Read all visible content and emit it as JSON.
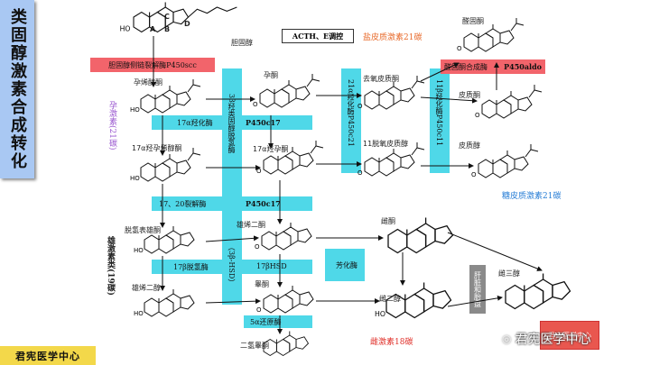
{
  "title": "类固醇激素合成转化",
  "categories": {
    "progestins": "孕激素(21碳)",
    "androgens": "雄激素类(19碳)",
    "mineralocorticoids": "盐皮质激素21碳",
    "glucocorticoids": "糖皮质激素21碳",
    "estrogens": "雌激素18碳"
  },
  "compounds": {
    "cholesterol": "胆固醇",
    "pregnenolone": "孕烯醇酮",
    "progesterone": "孕酮",
    "deoxycorticosterone": "去氧皮质酮",
    "aldosterone": "醛固酮",
    "corticosterone": "皮质酮",
    "oh17_pregnenolone": "17α羟孕烯醇酮",
    "oh17_progesterone": "17α羟孕酮",
    "deoxycortisol": "11脱氧皮质醇",
    "cortisol": "皮质醇",
    "dhea": "脱氢表雄酮",
    "androstenedione": "雄烯二酮",
    "androstenediol": "雄烯二醇",
    "testosterone": "睾酮",
    "dht": "二氢睾酮",
    "estrone": "雌酮",
    "estradiol": "雌二醇",
    "estriol": "雌三醇"
  },
  "enzymes": {
    "scc": "胆固醇侧链裂解酶P450scc",
    "acth": "ACTH、E调控",
    "hsd3b": "3β羟类固醇脱氢酶",
    "c17a": "17α羟化酶",
    "p450c17_top": "P450c17",
    "lyase": "17、20裂解酶",
    "p450c17_bottom": "P450c17",
    "hsd3b_short": "（3β-HSD）",
    "hsd17b": "17β脱氢酶",
    "hsd17b_abbr": "17βHSD",
    "c21": "21α羟化酶P450c21",
    "c11": "11β羟化酶P450c11",
    "aldo": "醛固酮合成酶",
    "aldo_code": "P450aldo",
    "aromatase": "芳化酶",
    "liver": "肝脏和胎盘",
    "reductase5a": "5α还原酶"
  },
  "ring_labels": [
    "A",
    "B",
    "C",
    "D"
  ],
  "footer": {
    "left_logo": "君宪医学中心",
    "watermark": "君宪医学中心",
    "stamp_line": "君宪医学中心"
  },
  "colors": {
    "band": "#4fd8e8",
    "red": "#f2646b",
    "title_bg": "#a9c8f3",
    "mineral": "#e86b2c",
    "gluco": "#2a7fd6",
    "estro": "#e0302a",
    "proges": "#9b59d0",
    "andro": "#222222"
  }
}
